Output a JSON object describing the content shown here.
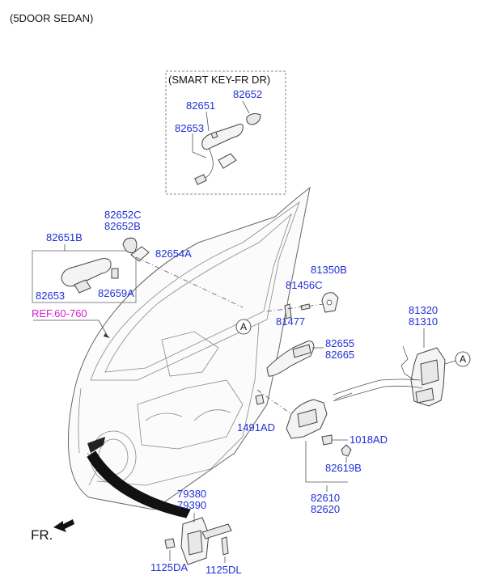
{
  "header": {
    "variant": "(5DOOR SEDAN)"
  },
  "smart_key_box": {
    "title": "(SMART KEY-FR DR)"
  },
  "labels": {
    "p82651": "82651",
    "p82652": "82652",
    "p82653_top": "82653",
    "p82652C": "82652C",
    "p82652B": "82652B",
    "p82651B": "82651B",
    "p82654A": "82654A",
    "p82653_left": "82653",
    "p82659A": "82659A",
    "ref": "REF.60-760",
    "p81350B": "81350B",
    "p81456C": "81456C",
    "p81477": "81477",
    "p82655": "82655",
    "p82665": "82665",
    "p81320": "81320",
    "p81310": "81310",
    "p1491AD": "1491AD",
    "p1018AD": "1018AD",
    "p82619B": "82619B",
    "p82610": "82610",
    "p82620": "82620",
    "p79380": "79380",
    "p79390": "79390",
    "p1125DA": "1125DA",
    "p1125DL": "1125DL",
    "callout_left": "A",
    "callout_right": "A",
    "front": "FR."
  },
  "colors": {
    "part_number": "#1f2fd6",
    "reference": "#d21fd2",
    "text": "#111111"
  }
}
